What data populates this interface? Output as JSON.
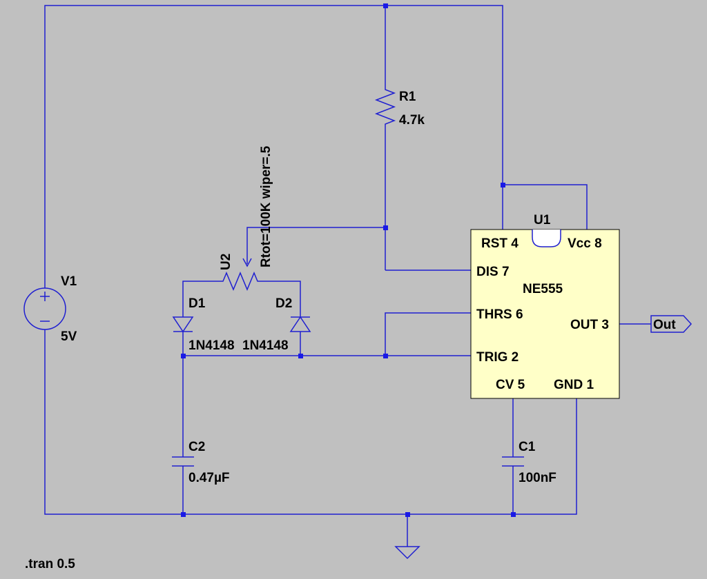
{
  "components": {
    "v1": {
      "ref": "V1",
      "value": "5V"
    },
    "r1": {
      "ref": "R1",
      "value": "4.7k"
    },
    "u2": {
      "ref": "U2",
      "value": "Rtot=100K wiper=.5"
    },
    "d1": {
      "ref": "D1",
      "value": "1N4148"
    },
    "d2": {
      "ref": "D2",
      "value": "1N4148"
    },
    "c1": {
      "ref": "C1",
      "value": "100nF"
    },
    "c2": {
      "ref": "C2",
      "value": "0.47µF"
    },
    "u1": {
      "ref": "U1",
      "part": "NE555",
      "pins": {
        "rst": "RST 4",
        "vcc": "Vcc 8",
        "dis": "DIS 7",
        "thrs": "THRS 6",
        "trig": "TRIG 2",
        "out": "OUT 3",
        "cv": "CV 5",
        "gnd": "GND 1"
      }
    }
  },
  "net_labels": {
    "out": "Out"
  },
  "directive": ".tran 0.5",
  "colors": {
    "wire": "#1f1fd0",
    "background": "#c0c0c0",
    "ic_fill": "#ffffc8"
  }
}
